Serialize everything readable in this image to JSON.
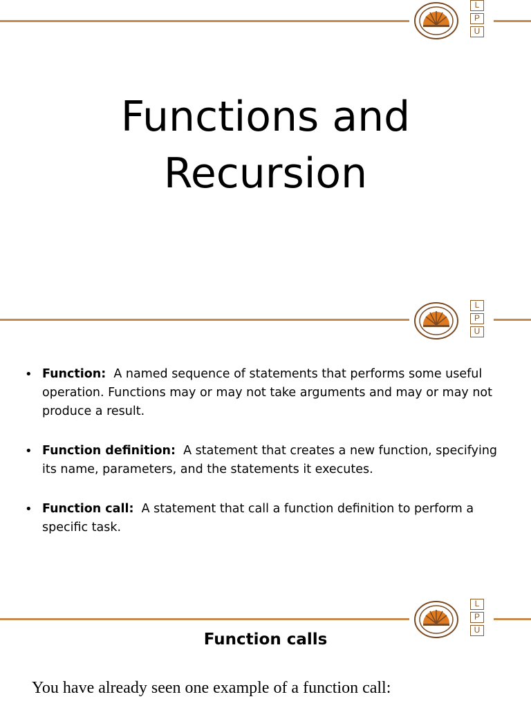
{
  "logo": {
    "letters": [
      "L",
      "P",
      "U"
    ]
  },
  "slide1": {
    "title_line1": "Functions and",
    "title_line2": "Recursion"
  },
  "slide2": {
    "bullets": [
      {
        "term": "Function:",
        "text": "A named sequence of statements that performs some useful operation. Functions may or may not take arguments and may or may not produce a result."
      },
      {
        "term": "Function definition:",
        "text": "A statement that creates a new function, specifying its name, parameters, and the statements it executes."
      },
      {
        "term": "Function call:",
        "text": "A statement that call a function definition to perform a specific task."
      }
    ]
  },
  "slide3": {
    "title": "Function calls",
    "text": "You have already seen one example of a function call:"
  },
  "colors": {
    "accent_line": "#c68a4a",
    "seal_orange": "#e07a1f",
    "seal_brown": "#7a4a22"
  }
}
